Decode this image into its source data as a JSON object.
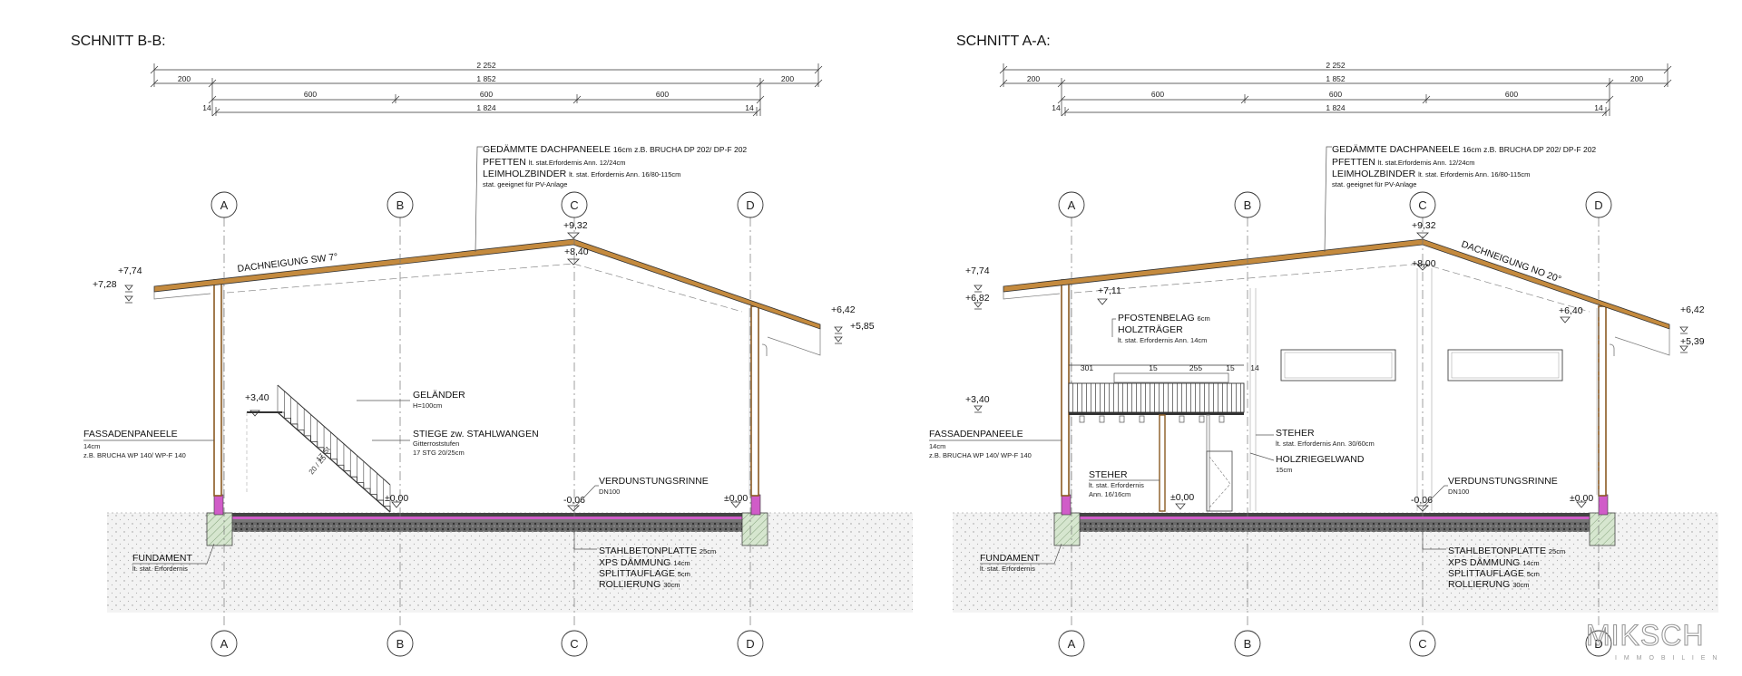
{
  "titles": {
    "b": "SCHNITT B-B:",
    "a": "SCHNITT A-A:"
  },
  "dims": {
    "total": "2 252",
    "overhang": "200",
    "mid": "1 852",
    "bay": "600",
    "inner": "1 824",
    "edge": "14"
  },
  "axes": [
    "A",
    "B",
    "C",
    "D"
  ],
  "roof_note": {
    "l1": "GEDÄMMTE DACHPANEELE",
    "l1s": "16cm z.B. BRUCHA DP 202/ DP-F 202",
    "l2": "PFETTEN",
    "l2s": "lt. stat.Erfordernis Ann. 12/24cm",
    "l3": "LEIMHOLZBINDER",
    "l3s": "lt. stat. Erfordernis Ann. 16/80-115cm",
    "l4": "stat. geeignet für PV-Anlage"
  },
  "facade": {
    "t": "FASSADENPANEELE",
    "s1": "14cm",
    "s2": "z.B. BRUCHA WP 140/ WP-F 140"
  },
  "fundament": {
    "t": "FUNDAMENT",
    "s": "lt. stat. Erfordernis"
  },
  "slab": {
    "l1": "STAHLBETONPLATTE",
    "l1s": "25cm",
    "l2": "XPS DÄMMUNG",
    "l2s": "14cm",
    "l3": "SPLITTAUFLAGE",
    "l3s": "5cm",
    "l4": "ROLLIERUNG",
    "l4s": "30cm"
  },
  "rinne": {
    "t": "VERDUNSTUNGSRINNE",
    "s": "DN100"
  },
  "sectionB": {
    "roof_slope": "DACHNEIGUNG SW 7°",
    "lv1": "+7,74",
    "lv2": "+7,28",
    "lv3": "+9,32",
    "lv4": "+8,40",
    "lv5": "+6,42",
    "lv6": "+5,85",
    "lv7": "+3,40",
    "lv8": "±0,00",
    "lv9": "-0,06",
    "lv10": "±0,00",
    "gel_t": "GELÄNDER",
    "gel_s": "H=100cm",
    "stiege_t": "STIEGE zw. STAHLWANGEN",
    "stiege_s1": "Gitterroststufen",
    "stiege_s2": "17 STG 20/25cm",
    "stair_mark1": "17 St",
    "stair_mark2": "20 / 25"
  },
  "sectionA": {
    "roof_slope": "DACHNEIGUNG NO 20°",
    "lv1": "+7,74",
    "lv2": "+6,82",
    "lv3": "+7,11",
    "lv4": "+9,32",
    "lv5": "+8,00",
    "lv6": "+6,42",
    "lv7": "+6,40",
    "lv8": "+5,39",
    "lv9": "+3,40",
    "lv10": "±0,00",
    "lv11": "-0,06",
    "lv12": "±0,00",
    "pf_t": "PFOSTENBELAG",
    "pf_s": "6cm",
    "ht_t": "HOLZTRÄGER",
    "ht_s": "lt. stat. Erfordernis Ann. 14cm",
    "d1": "301",
    "d2": "15",
    "d3": "255",
    "d4": "15",
    "d5": "14",
    "steher1_t": "STEHER",
    "steher1_s": "lt. stat. Erfordernis Ann. 30/60cm",
    "holzriegel_t": "HOLZRIEGELWAND",
    "holzriegel_s": "15cm",
    "steher2_t": "STEHER",
    "steher2_s1": "lt. stat. Erfordernis",
    "steher2_s2": "Ann. 16/16cm"
  },
  "logo": {
    "name": "MIKSCH",
    "sub": "I M M O B I L I E N"
  },
  "colors": {
    "roof": "#c48a3e",
    "facade": "#8a5a22",
    "insulation": "#d05cc8",
    "slab": "#5a5a5a",
    "ground": "#eeeeee",
    "concrete": "#c8dcc0"
  }
}
